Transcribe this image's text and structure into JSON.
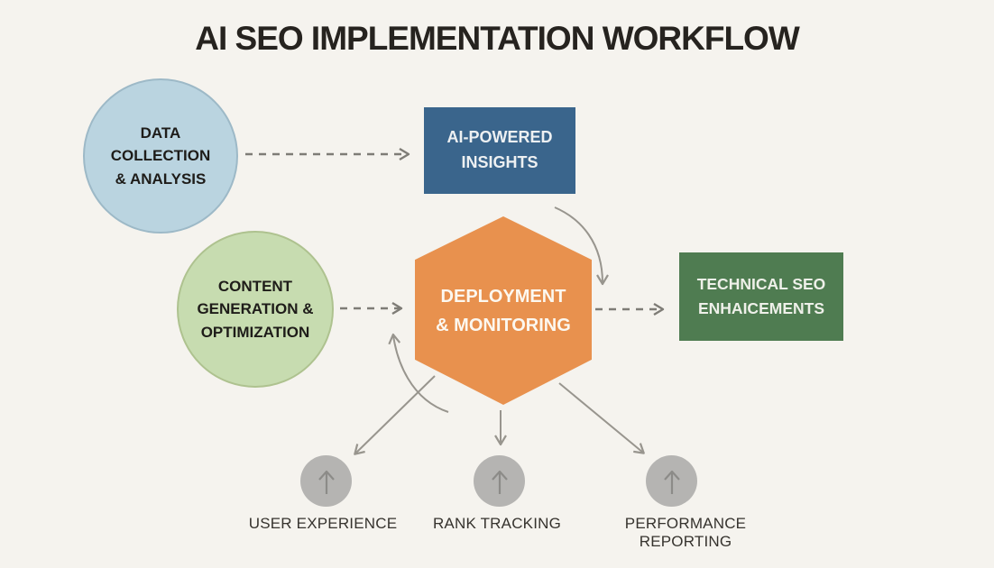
{
  "title": "AI SEO IMPLEMENTATION WORKFLOW",
  "nodes": {
    "data_collection": {
      "shape": "circle",
      "fill": "#bad4e0",
      "lines": [
        "DATA",
        "COLLECTION",
        "& ANALYSIS"
      ]
    },
    "ai_insights": {
      "shape": "rectangle",
      "fill": "#3a658c",
      "lines": [
        "AI-POWERED",
        "INSIGHTS"
      ]
    },
    "content_generation": {
      "shape": "circle",
      "fill": "#c7dcb0",
      "lines": [
        "CONTENT",
        "GENERATION &",
        "OPTIMIZATION"
      ]
    },
    "deployment": {
      "shape": "hexagon",
      "fill": "#e8914e",
      "lines": [
        "DEPLOYMENT",
        "& MONITORING"
      ]
    },
    "technical_seo": {
      "shape": "rectangle",
      "fill": "#4f7c51",
      "lines": [
        "TECHNICAL SEO",
        "ENHAICEMENTS"
      ]
    }
  },
  "outputs": [
    {
      "label": "USER EXPERIENCE",
      "icon": "up-arrow-icon"
    },
    {
      "label": "RANK TRACKING",
      "icon": "up-arrow-icon"
    },
    {
      "label": "PERFORMANCE REPORTING",
      "icon": "up-arrow-icon"
    }
  ],
  "connections": [
    {
      "from": "data-collection",
      "to": "ai-powered-insights",
      "style": "dashed"
    },
    {
      "from": "content-generation",
      "to": "deployment-monitoring",
      "style": "dashed"
    },
    {
      "from": "deployment-monitoring",
      "to": "technical-seo",
      "style": "dashed"
    },
    {
      "from": "ai-powered-insights",
      "to": "deployment-monitoring",
      "style": "curved"
    },
    {
      "from": "deployment-monitoring",
      "to": "content-generation",
      "style": "curved"
    },
    {
      "from": "deployment-monitoring",
      "to": "user-experience",
      "style": "straight"
    },
    {
      "from": "deployment-monitoring",
      "to": "rank-tracking",
      "style": "straight"
    },
    {
      "from": "deployment-monitoring",
      "to": "performance-reporting",
      "style": "straight"
    }
  ],
  "colors": {
    "background": "#f5f3ee",
    "title_text": "#26231f",
    "dashed_arrow": "#7e7c76",
    "solid_arrow": "#98958e",
    "output_circle": "#b5b4b2",
    "output_icon": "#8c8b88"
  }
}
